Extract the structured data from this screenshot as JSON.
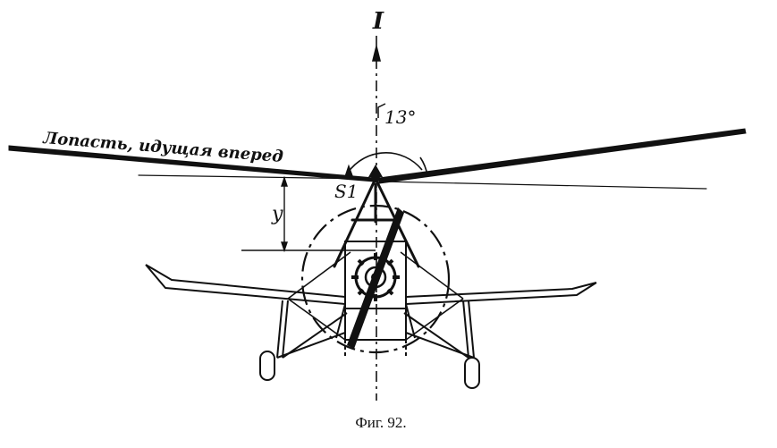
{
  "labels": {
    "axis": "I",
    "angle": "13°",
    "blade": "Лопасть, идущая вперед",
    "point": "S1",
    "height": "y"
  },
  "caption": "Фиг. 92.",
  "colors": {
    "ink": "#111111",
    "paper": "#ffffff"
  }
}
